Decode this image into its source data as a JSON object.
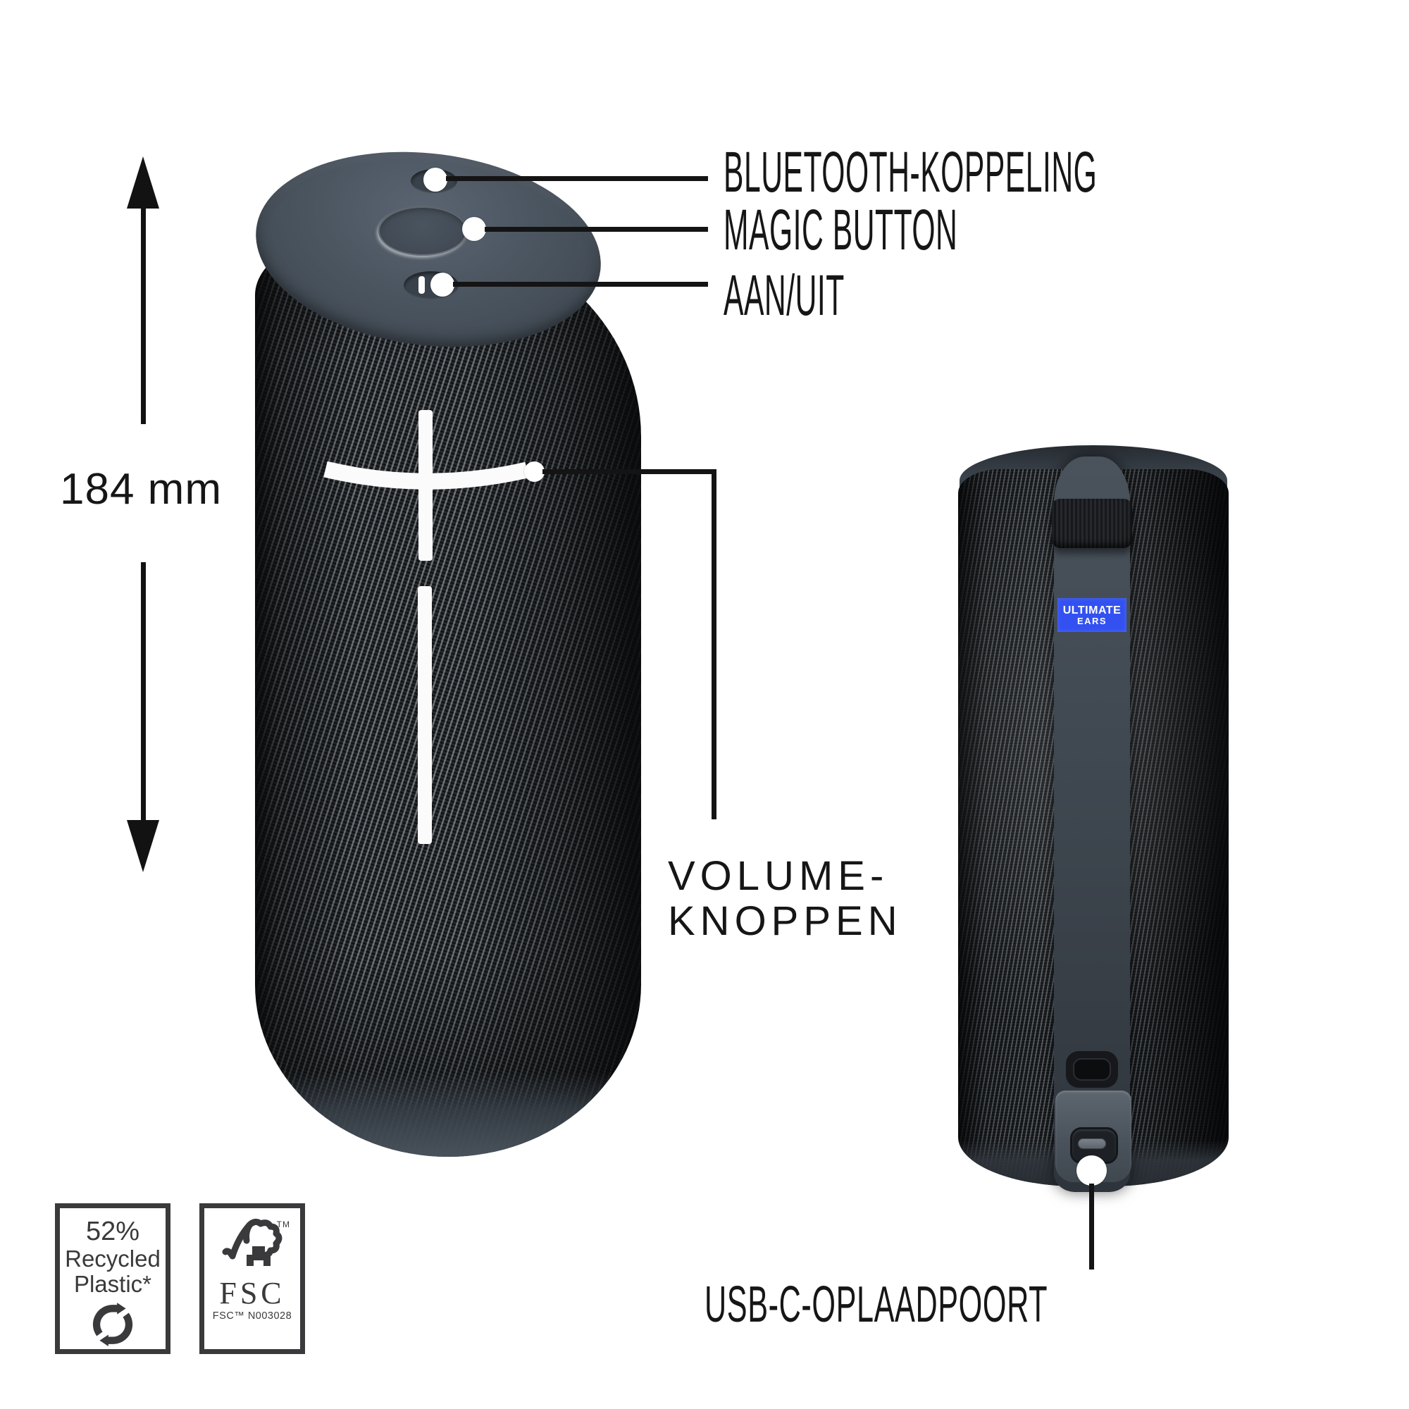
{
  "diagram": {
    "height_label": "184 mm",
    "callouts": {
      "bluetooth_pairing": "BLUETOOTH-KOPPELING",
      "magic_button": "MAGIC BUTTON",
      "power": "AAN/UIT",
      "volume_line1": "VOLUME-",
      "volume_line2": "KNOPPEN",
      "usb_charging_port": "USB-C-OPLAADPOORT"
    }
  },
  "speaker_back": {
    "brand_label": {
      "line1": "ULTIMATE",
      "line2": "EARS",
      "bg_color": "#3351f1",
      "text_color": "#ffffff"
    }
  },
  "badges": {
    "recycled_plastic": {
      "percent": "52%",
      "line1": "Recycled",
      "line2": "Plastic*",
      "icon": "recycle-arrows-icon"
    },
    "fsc": {
      "tm": "TM",
      "name": "FSC",
      "certificate": "FSC™ N003028",
      "icon": "fsc-tree-checkmark-icon"
    }
  },
  "colors": {
    "background": "#ffffff",
    "callout_line": "#141414",
    "label_text": "#161616",
    "speaker_mesh": "#212427",
    "speaker_cap": "#49525c",
    "brand_blue": "#3351f1",
    "badge_ink": "#3a3a3c"
  }
}
